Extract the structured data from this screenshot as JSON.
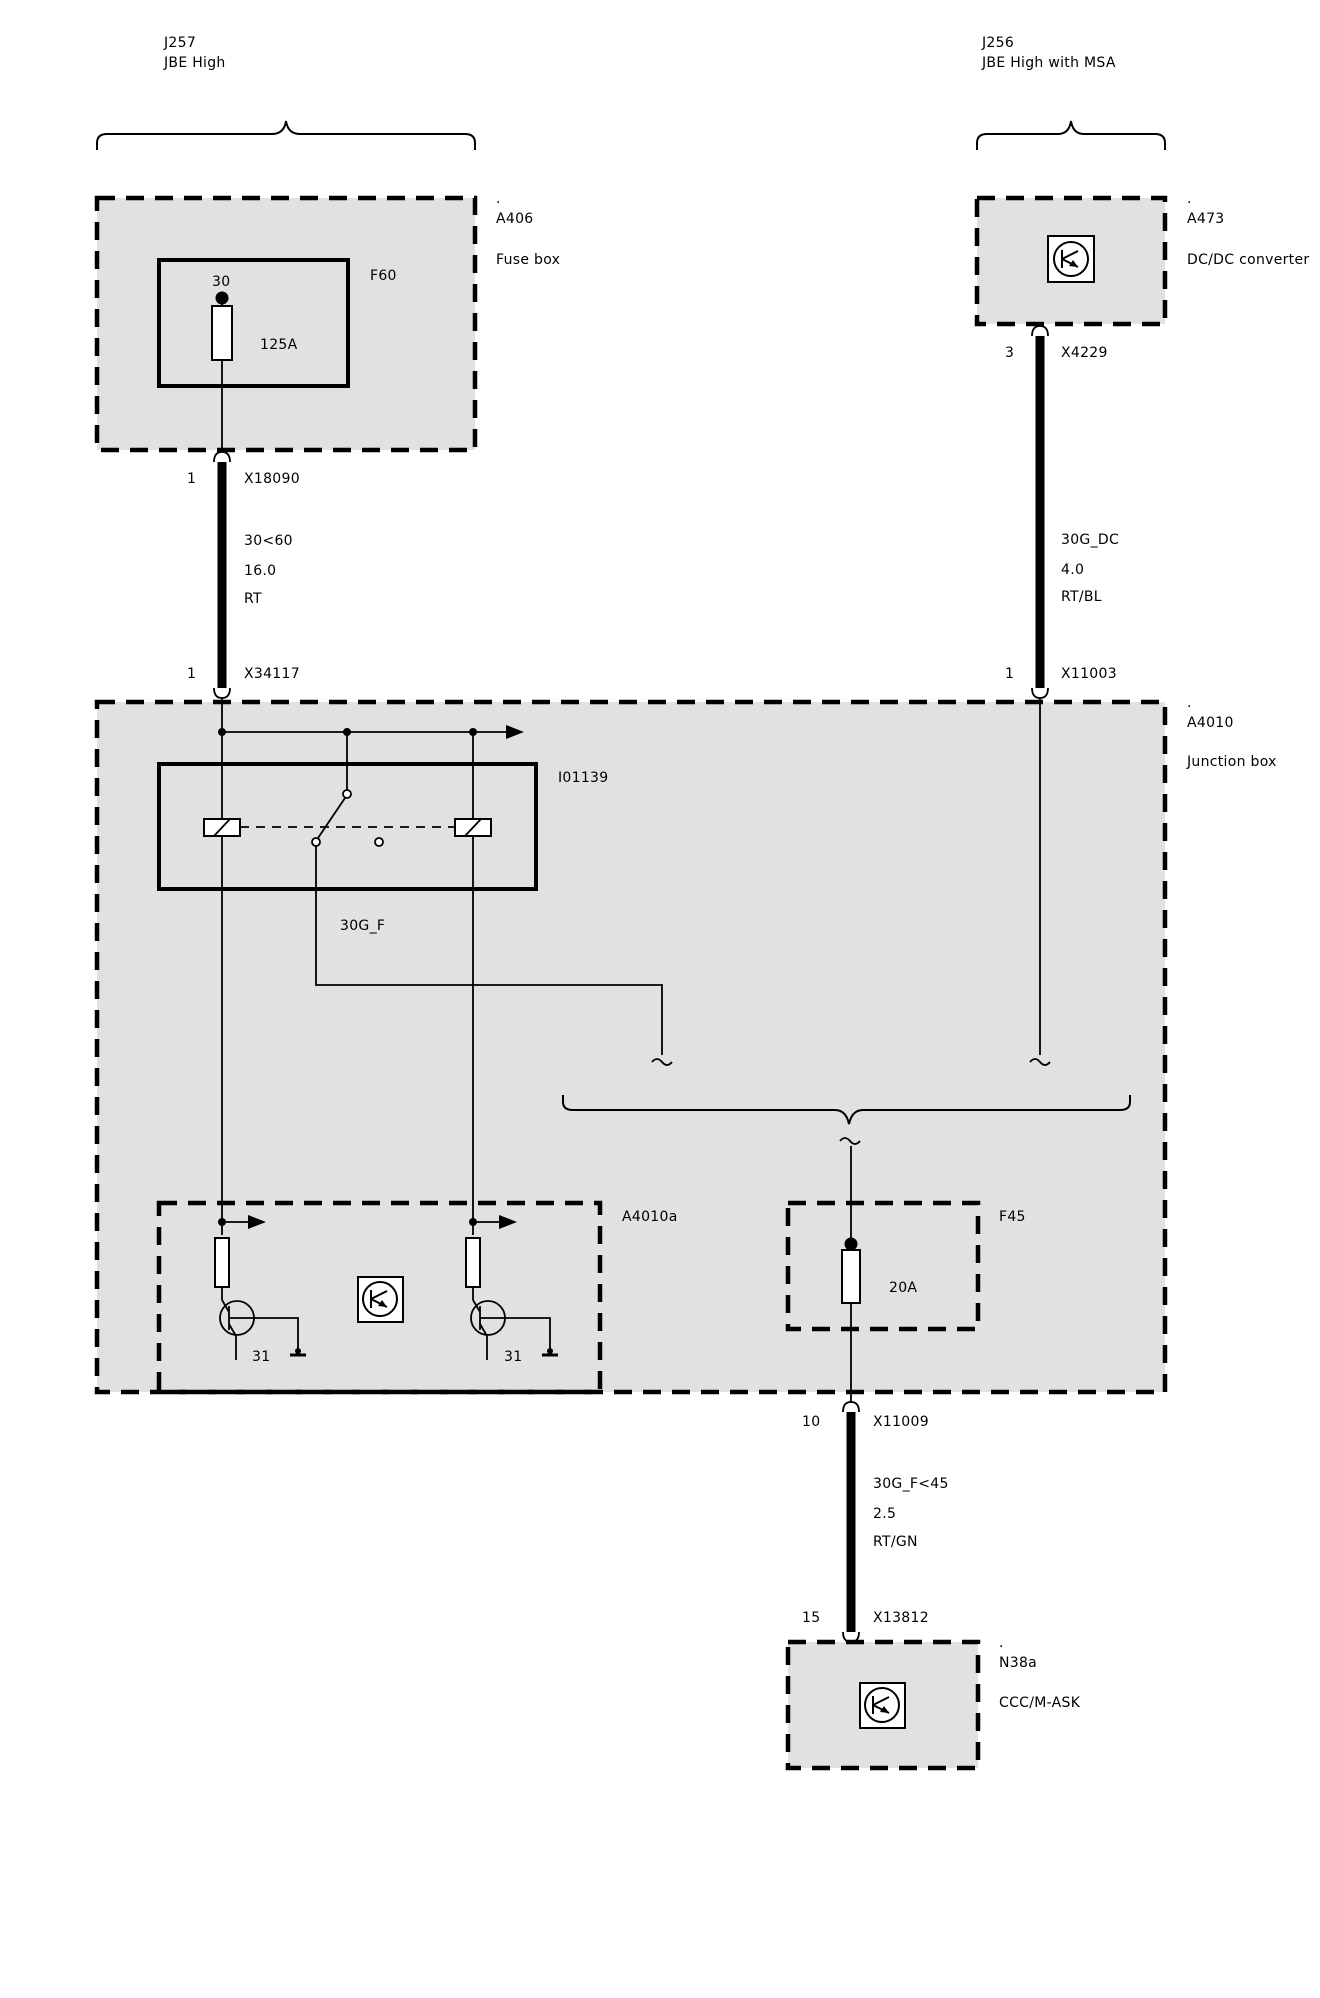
{
  "groups": {
    "left": {
      "id": "J257",
      "name": "JBE High"
    },
    "right": {
      "id": "J256",
      "name": "JBE High with MSA"
    }
  },
  "components": {
    "fuse_box": {
      "dot": ".",
      "id": "A406",
      "name": "Fuse box"
    },
    "f60": {
      "id": "F60",
      "terminal": "30",
      "rating": "125A"
    },
    "dcdc": {
      "dot": ".",
      "id": "A473",
      "name": "DC/DC converter"
    },
    "junction_box": {
      "dot": ".",
      "id": "A4010",
      "name": "Junction box"
    },
    "relay": {
      "id": "I01139",
      "circuit": "30G_F"
    },
    "a4010a": {
      "id": "A4010a",
      "ground_left": "31",
      "ground_right": "31"
    },
    "f45": {
      "id": "F45",
      "rating": "20A"
    },
    "n38a": {
      "dot": ".",
      "id": "N38a",
      "name": "CCC/M-ASK"
    }
  },
  "connectors": {
    "x18090": {
      "pin": "1",
      "id": "X18090"
    },
    "x34117": {
      "pin": "1",
      "id": "X34117"
    },
    "x4229": {
      "pin": "3",
      "id": "X4229"
    },
    "x11003": {
      "pin": "1",
      "id": "X11003"
    },
    "x11009": {
      "pin": "10",
      "id": "X11009"
    },
    "x13812": {
      "pin": "15",
      "id": "X13812"
    }
  },
  "wires": {
    "w1": {
      "circuit": "30<60",
      "size": "16.0",
      "color": "RT"
    },
    "w2": {
      "circuit": "30G_DC",
      "size": "4.0",
      "color": "RT/BL"
    },
    "w3": {
      "circuit": "30G_F<45",
      "size": "2.5",
      "color": "RT/GN"
    }
  }
}
